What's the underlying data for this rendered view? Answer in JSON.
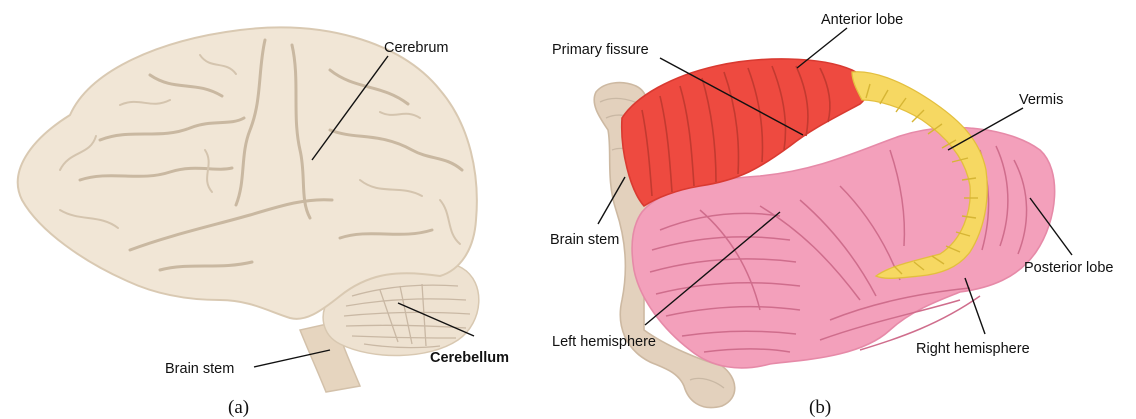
{
  "panel_a": {
    "caption": "(a)",
    "labels": {
      "cerebrum": "Cerebrum",
      "brain_stem": "Brain stem",
      "cerebellum": "Cerebellum"
    },
    "colors": {
      "cortex": "#f1e6d6",
      "sulcus": "#c9b8a1",
      "stem": "#e6d5bf"
    }
  },
  "panel_b": {
    "caption": "(b)",
    "labels": {
      "anterior_lobe": "Anterior lobe",
      "primary_fissure": "Primary fissure",
      "vermis": "Vermis",
      "brain_stem": "Brain stem",
      "posterior_lobe": "Posterior lobe",
      "left_hemisphere": "Left hemisphere",
      "right_hemisphere": "Right hemisphere"
    },
    "colors": {
      "anterior": "#ee4a40",
      "posterior": "#f3a0bb",
      "vermis": "#f6d862",
      "stem": "#e3d1bd"
    }
  }
}
